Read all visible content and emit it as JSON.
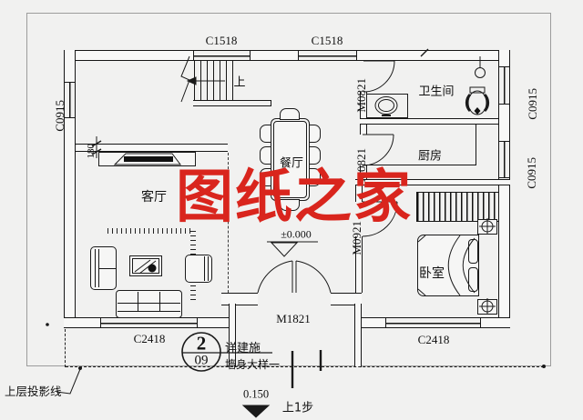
{
  "watermark": {
    "text": "图纸之家",
    "color": "#d9251d"
  },
  "rooms": {
    "living": "客厅",
    "dining": "餐厅",
    "bathroom": "卫生间",
    "kitchen": "厨房",
    "bedroom": "卧室"
  },
  "windows": {
    "top_left": "C1518",
    "top_right": "C1518",
    "left": "C0915",
    "right_top": "C0915",
    "right_bottom": "C0915",
    "bottom_left": "C2418",
    "bottom_right": "C2418"
  },
  "doors": {
    "bathroom": "M0821",
    "kitchen": "M0821",
    "bedroom": "M0921",
    "entry": "M1821"
  },
  "stairs": {
    "up_label": "上"
  },
  "levels": {
    "floor_level": "±0.000",
    "porch_level": "0.150",
    "step_note": "上1步"
  },
  "dims": {
    "wall_offset": "180"
  },
  "callout": {
    "number": "2",
    "sheet": "09",
    "line1": "详建施",
    "line2": "墙身大样一"
  },
  "notes": {
    "projection_line": "上层投影线"
  },
  "colors": {
    "line": "#161616",
    "paper": "#f1f1f0",
    "watermark_red": "#d9251d"
  }
}
